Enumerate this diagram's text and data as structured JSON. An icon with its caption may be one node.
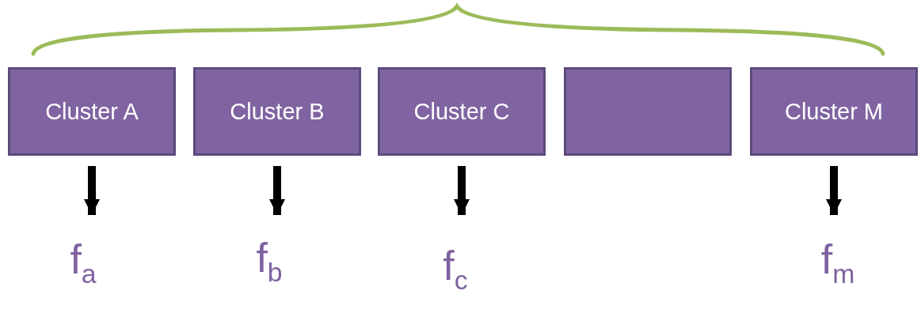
{
  "diagram": {
    "nodes": [
      {
        "text": [
          "Cluster A"
        ]
      },
      {
        "text": [
          "Cluster B"
        ]
      },
      {
        "text": [
          "Cluster C"
        ]
      },
      {
        "text": [],
        "shape": "box"
      },
      {
        "text": [
          "Cluster M"
        ]
      },
      {
        "text": [
          "f$_{a}$"
        ]
      },
      {
        "text": [
          "f$_{b}$"
        ]
      },
      {
        "text": [
          "f$_{c}$"
        ]
      },
      {
        "text": [
          "f$_{m}$"
        ]
      }
    ],
    "edges": [
      {
        "from": 0,
        "to": 5,
        "arrow": "to"
      },
      {
        "from": 1,
        "to": 6,
        "arrow": "to"
      },
      {
        "from": 2,
        "to": 7,
        "arrow": "to"
      },
      {
        "from": 4,
        "to": 8,
        "arrow": "to"
      }
    ]
  }
}
